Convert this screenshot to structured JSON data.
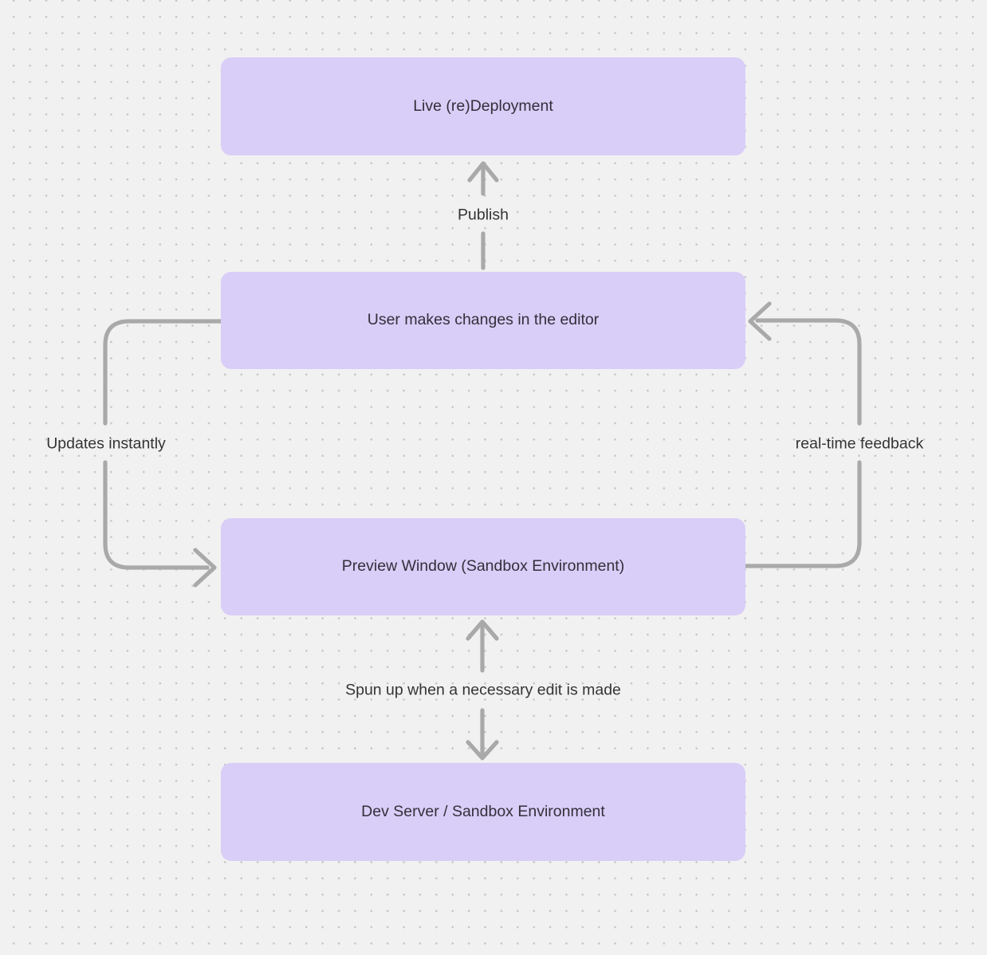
{
  "theme": {
    "background": "#f2f1f1",
    "dot_color": "#c7c6c6",
    "node_fill": "#d8cef7",
    "node_text": "#332f3b",
    "arrow_color": "#a9a9a9",
    "label_text": "#343434"
  },
  "diagram": {
    "nodes": [
      {
        "id": "live-redeployment",
        "label": "Live (re)Deployment"
      },
      {
        "id": "user-editor",
        "label": "User makes changes in the editor"
      },
      {
        "id": "preview-window",
        "label": "Preview Window (Sandbox Environment)"
      },
      {
        "id": "dev-server",
        "label": "Dev Server / Sandbox Environment"
      }
    ],
    "edges": [
      {
        "id": "publish",
        "from": "user-editor",
        "to": "live-redeployment",
        "direction": "up",
        "label": "Publish"
      },
      {
        "id": "updates-instantly",
        "from": "user-editor",
        "to": "preview-window",
        "direction": "left-loop",
        "label": "Updates instantly"
      },
      {
        "id": "real-time-feedback",
        "from": "preview-window",
        "to": "user-editor",
        "direction": "right-loop",
        "label": "real-time feedback"
      },
      {
        "id": "spun-up",
        "from": "preview-window",
        "to": "dev-server",
        "direction": "both",
        "label": "Spun up when a necessary edit is made"
      }
    ]
  }
}
